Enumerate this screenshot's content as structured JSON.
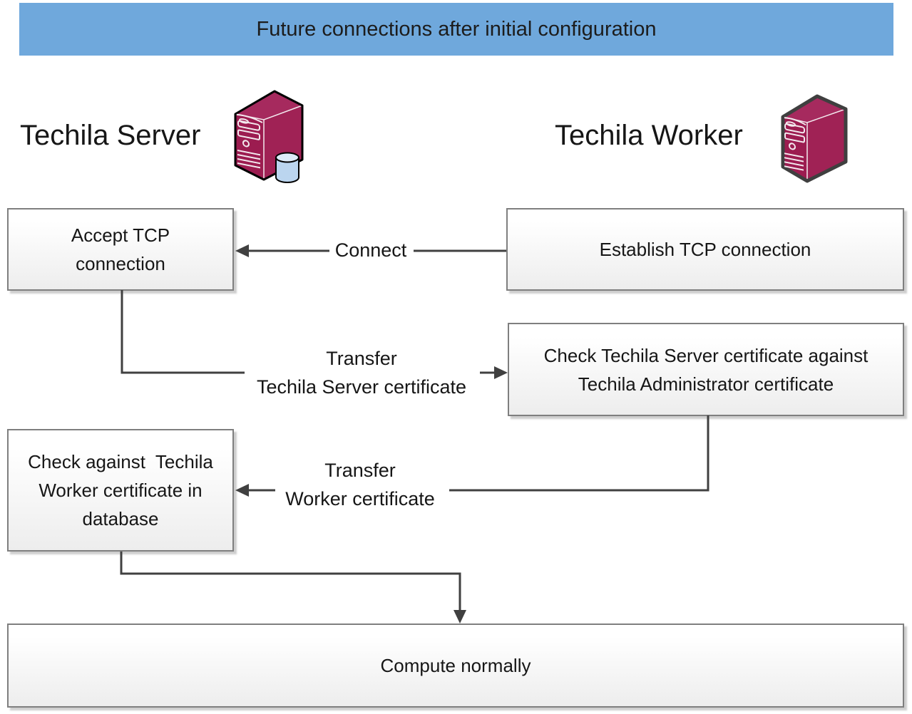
{
  "title_bar": {
    "text": "Future connections after initial configuration"
  },
  "entities": {
    "server": {
      "label": "Techila Server",
      "icon": "server-tower-with-database-icon"
    },
    "worker": {
      "label": "Techila Worker",
      "icon": "server-tower-icon"
    }
  },
  "nodes": {
    "accept_tcp": {
      "lane": "server",
      "text": "Accept TCP\nconnection"
    },
    "establish_tcp": {
      "lane": "worker",
      "text": "Establish TCP connection"
    },
    "check_server": {
      "lane": "worker",
      "text": "Check Techila Server certificate against\nTechila Administrator certificate"
    },
    "check_worker": {
      "lane": "server",
      "text": "Check against  Techila\nWorker certificate in\ndatabase"
    },
    "compute": {
      "lane": "both",
      "text": "Compute normally"
    }
  },
  "edges": {
    "connect": {
      "from": "establish_tcp",
      "to": "accept_tcp",
      "label": "Connect"
    },
    "transfer_server": {
      "from": "accept_tcp",
      "to": "check_server",
      "label": "Transfer\nTechila Server certificate"
    },
    "transfer_worker": {
      "from": "check_server",
      "to": "check_worker",
      "label": "Transfer\nWorker certificate"
    },
    "to_compute": {
      "from": "check_worker",
      "to": "compute",
      "label": ""
    }
  },
  "colors": {
    "accent": "#6FA8DC",
    "line": "#404040",
    "border": "#7F7F7F",
    "text": "#1A1A1A",
    "m_front": "#9C1C50",
    "m_side": "#A02255",
    "m_top": "#A62A5E",
    "cyl_body": "#BBD5EF",
    "cyl_top": "#DDEAF8"
  }
}
